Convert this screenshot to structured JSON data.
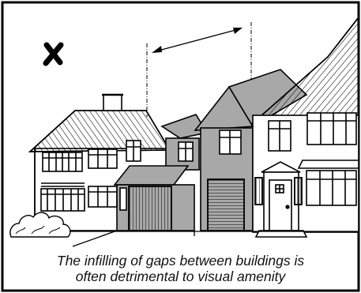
{
  "figure": {
    "marker": "cross-mark",
    "caption_line1": "The infilling of gaps between buildings is",
    "caption_line2": "often detrimental to visual amenity",
    "colors": {
      "ink": "#000000",
      "infill_grey": "#a8a8a8",
      "paper": "#ffffff"
    }
  }
}
